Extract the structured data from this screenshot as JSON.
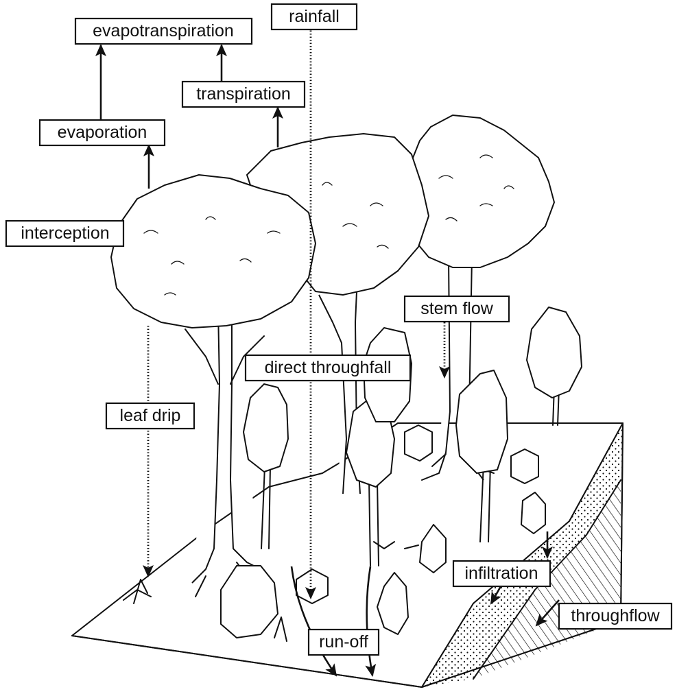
{
  "labels": {
    "evapotranspiration": "evapotranspiration",
    "rainfall": "rainfall",
    "transpiration": "transpiration",
    "evaporation": "evaporation",
    "interception": "interception",
    "stem_flow": "stem flow",
    "direct_throughfall": "direct throughfall",
    "leaf_drip": "leaf drip",
    "infiltration": "infiltration",
    "throughflow": "throughflow",
    "run_off": "run-off"
  },
  "colors": {
    "ink": "#111111",
    "paper": "#ffffff"
  }
}
